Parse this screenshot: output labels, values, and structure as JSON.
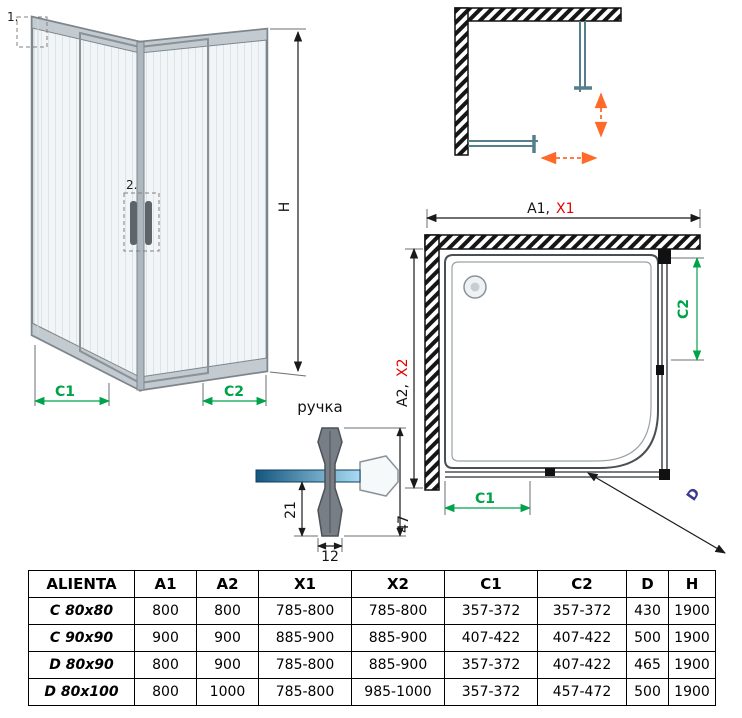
{
  "colors": {
    "red": "#e80000",
    "green": "#00a24a",
    "purple": "#3d3a8c",
    "orange": "#ff6a2a",
    "teal": "#567f8e"
  },
  "iso": {
    "callout_1": "1.",
    "callout_2": "2.",
    "dim_h": "H",
    "dim_c1": "C1",
    "dim_c2": "C2"
  },
  "plan": {
    "dim_a1": "A1,",
    "dim_x1": "X1",
    "dim_a2": "A2,",
    "dim_x2": "X2",
    "dim_c1": "C1",
    "dim_c2": "C2",
    "dim_d": "D"
  },
  "handle_detail": {
    "title": "ручка",
    "dim_21": "21",
    "dim_12": "12",
    "dim_47": "47"
  },
  "table": {
    "headers": [
      "ALIENTA",
      "A1",
      "A2",
      "X1",
      "X2",
      "C1",
      "C2",
      "D",
      "H"
    ],
    "rows": [
      [
        "C 80x80",
        "800",
        "800",
        "785-800",
        "785-800",
        "357-372",
        "357-372",
        "430",
        "1900"
      ],
      [
        "C 90x90",
        "900",
        "900",
        "885-900",
        "885-900",
        "407-422",
        "407-422",
        "500",
        "1900"
      ],
      [
        "D 80x90",
        "800",
        "900",
        "785-800",
        "885-900",
        "357-372",
        "407-422",
        "465",
        "1900"
      ],
      [
        "D 80x100",
        "800",
        "1000",
        "785-800",
        "985-1000",
        "357-372",
        "457-472",
        "500",
        "1900"
      ]
    ]
  }
}
